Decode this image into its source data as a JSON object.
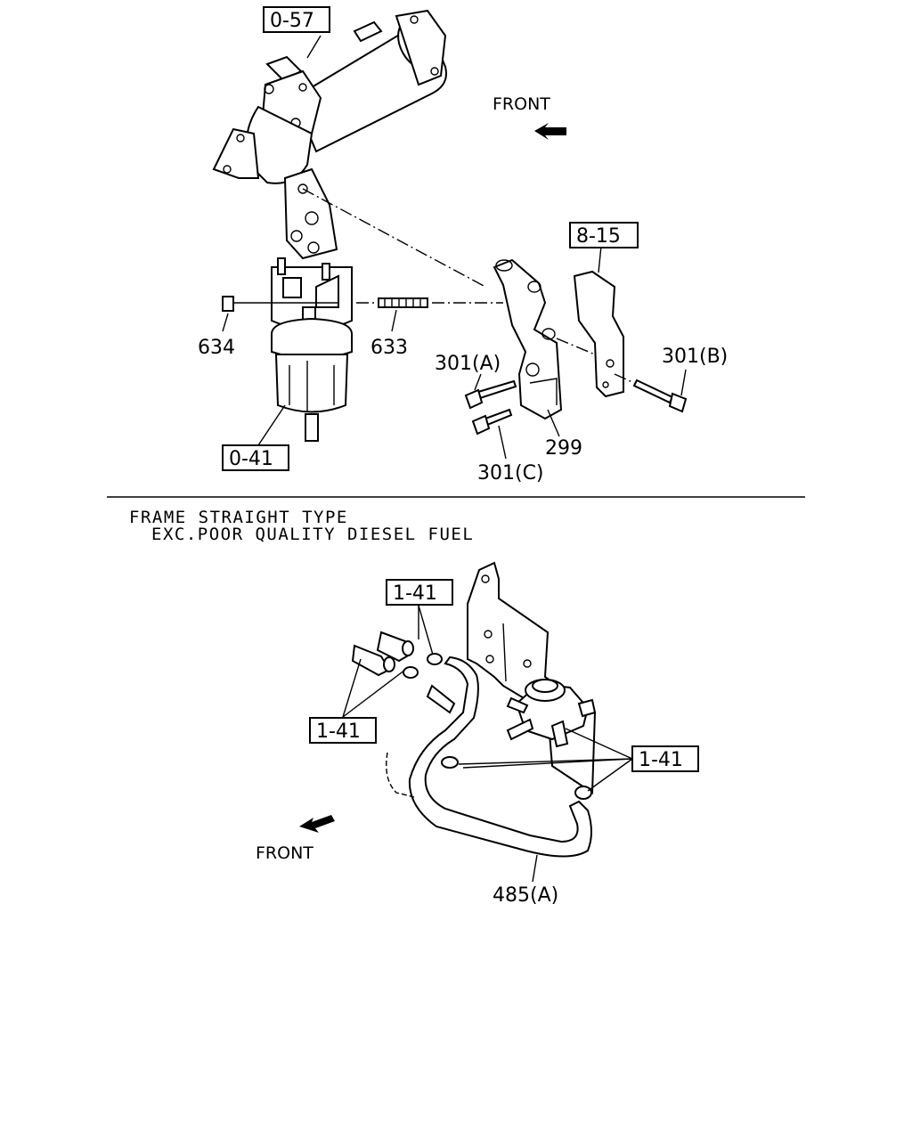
{
  "upper": {
    "callouts": {
      "exhaust_ref": "0-57",
      "bracket_ref": "8-15",
      "filter_ref": "0-41",
      "nut": "634",
      "stud": "633",
      "bolt_a": "301(A)",
      "bolt_b": "301(B)",
      "bolt_c": "301(C)",
      "bracket": "299"
    },
    "front_label": "FRONT"
  },
  "lower": {
    "caption_line1": "FRAME STRAIGHT TYPE",
    "caption_line2": "EXC.POOR QUALITY DIESEL FUEL",
    "callouts": {
      "clip_ref_top": "1-41",
      "clip_ref_left": "1-41",
      "clip_ref_right": "1-41",
      "hose": "485(A)"
    },
    "front_label": "FRONT"
  }
}
